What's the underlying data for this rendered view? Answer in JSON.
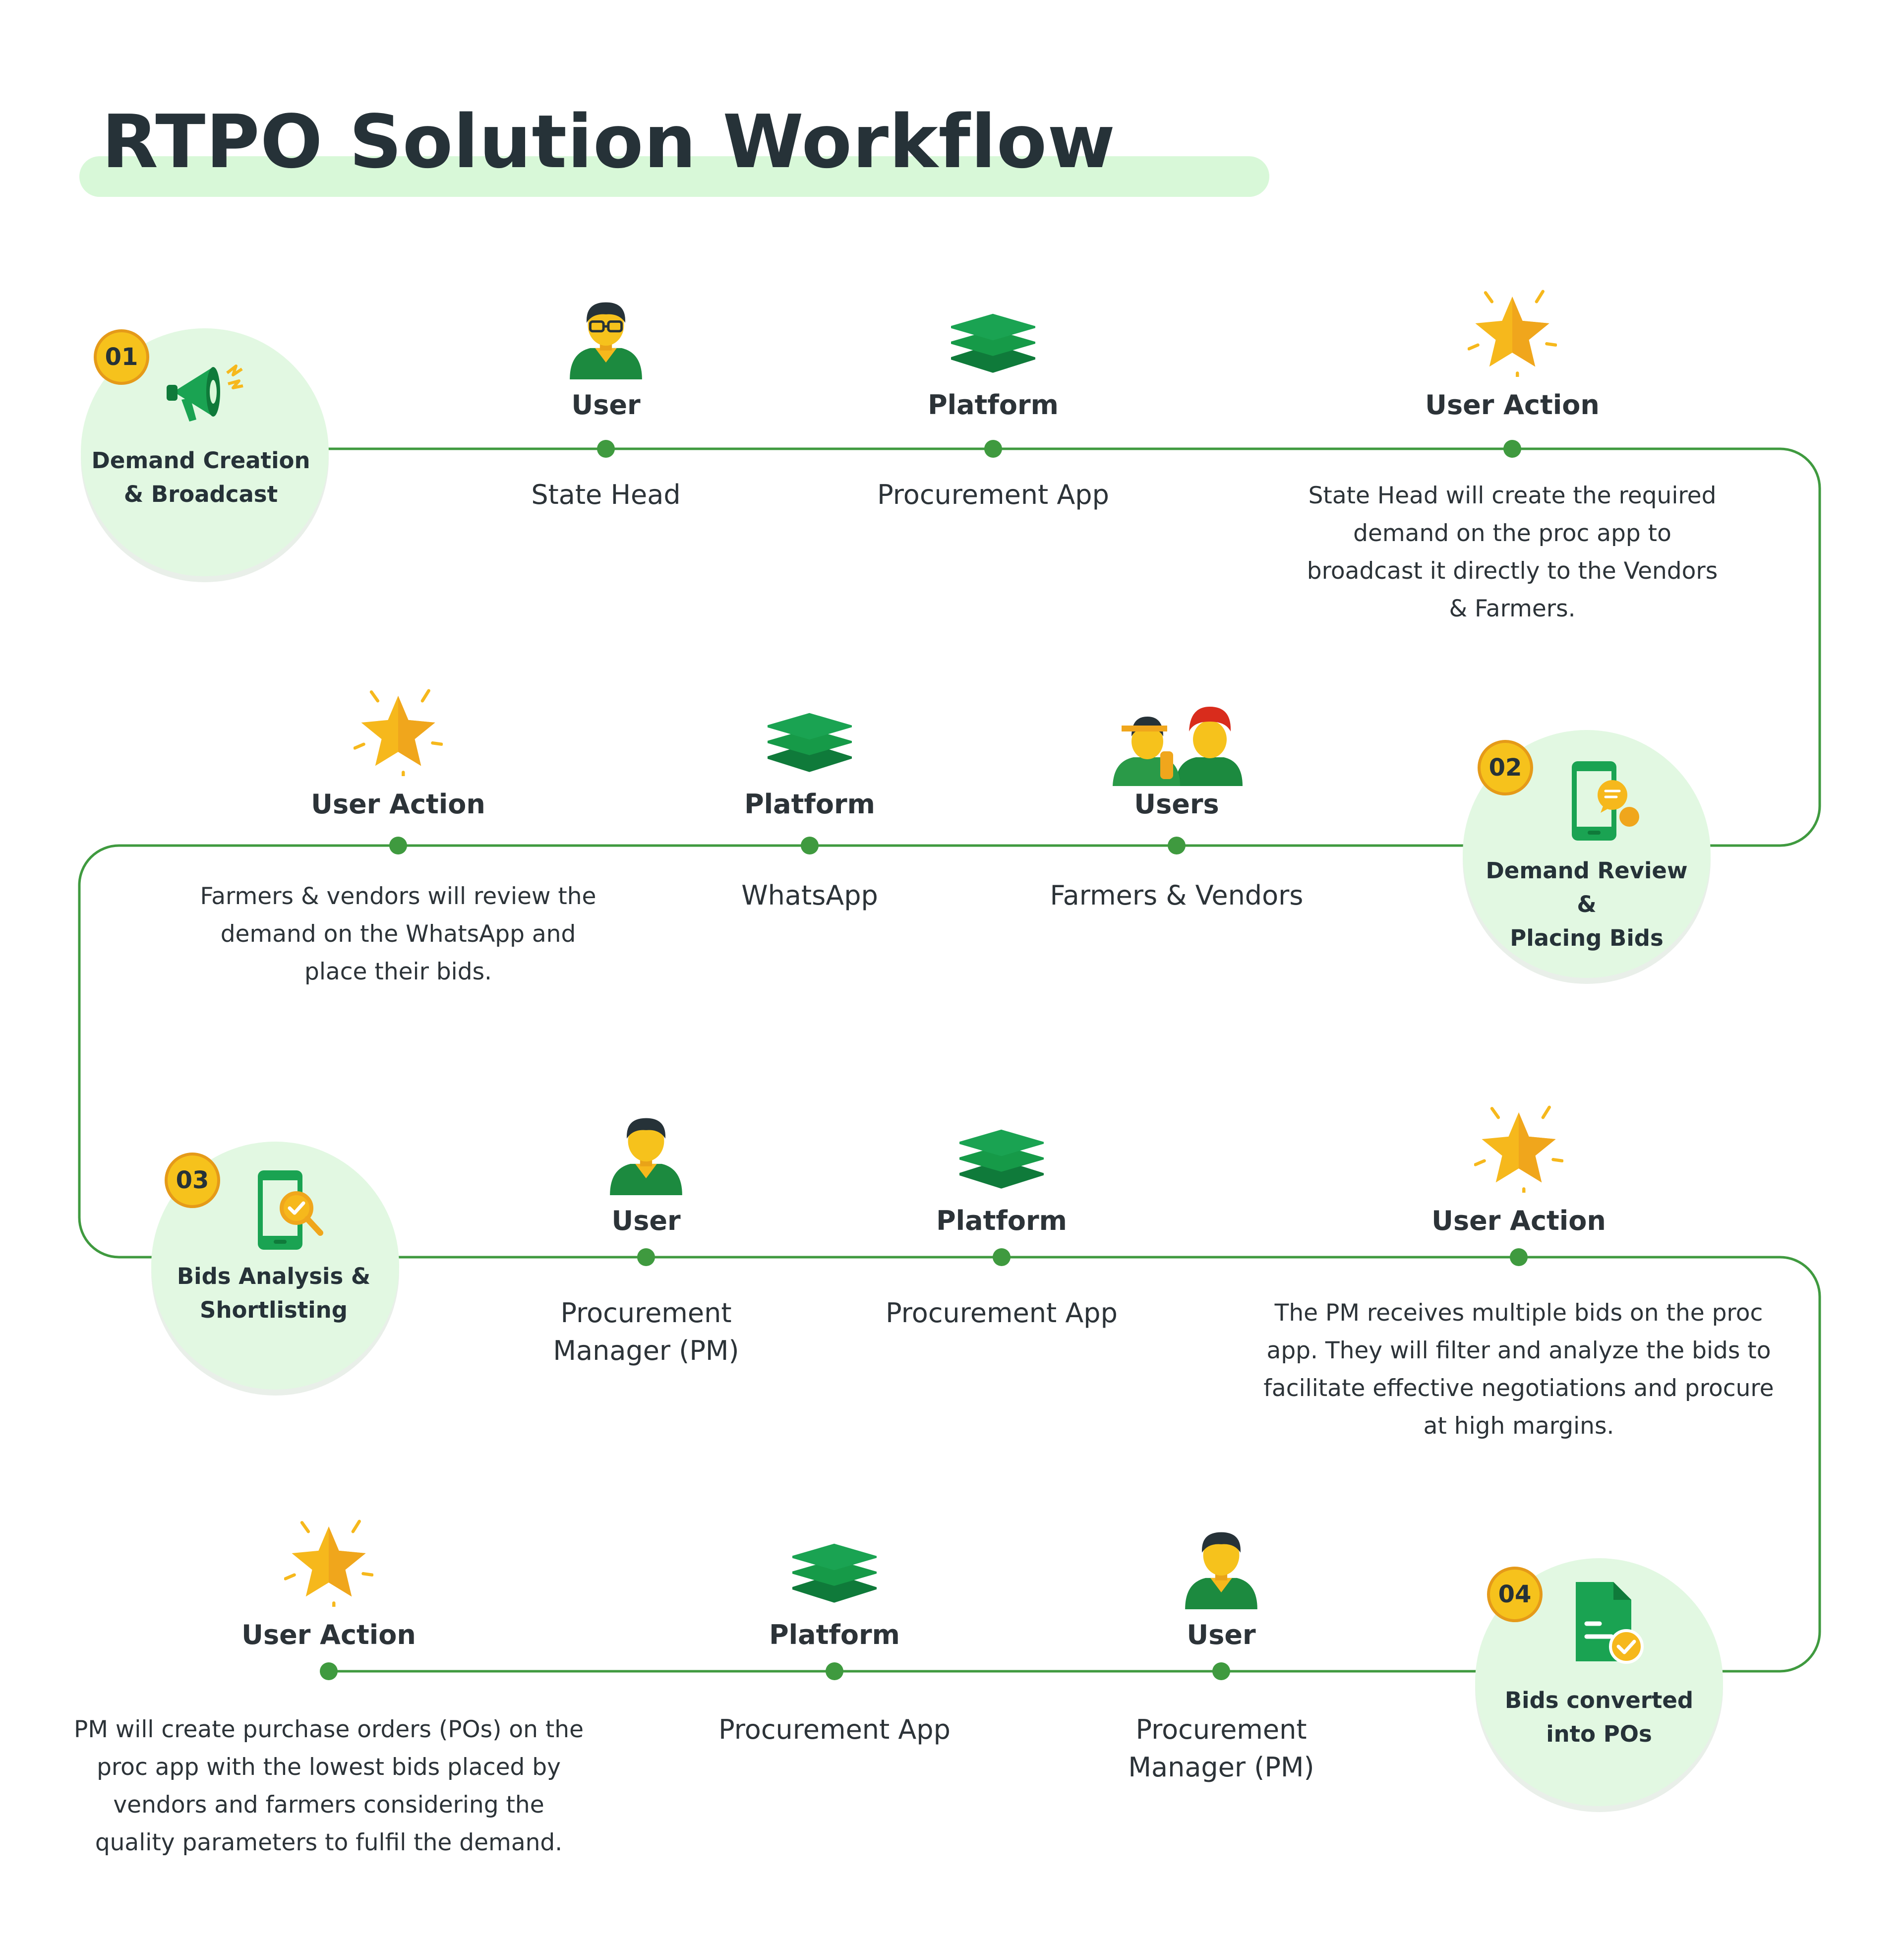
{
  "title": "RTPO Solution Workflow",
  "colors": {
    "accent": "#3f9a3f",
    "title_highlight": "#d8f8d8",
    "stage_bg": "#e2f8e2",
    "badge": "#f6c21c"
  },
  "stages": [
    {
      "number": "01",
      "title_line1": "Demand Creation",
      "title_line2": "& Broadcast",
      "icon": "megaphone-icon",
      "user": {
        "label": "User",
        "value": "State Head",
        "icon": "user-glasses-icon"
      },
      "platform": {
        "label": "Platform",
        "value": "Procurement App",
        "icon": "layers-icon"
      },
      "action": {
        "label": "User Action",
        "icon": "star-icon",
        "lines": [
          "State Head will create the required",
          "demand on the proc app to",
          "broadcast it directly to the Vendors",
          "& Farmers."
        ]
      }
    },
    {
      "number": "02",
      "title_line1": "Demand Review &",
      "title_line2": "Placing Bids",
      "icon": "phone-chat-icon",
      "user": {
        "label": "Users",
        "value": "Farmers & Vendors",
        "icon": "farmers-vendors-icon"
      },
      "platform": {
        "label": "Platform",
        "value": "WhatsApp",
        "icon": "layers-icon"
      },
      "action": {
        "label": "User Action",
        "icon": "star-icon",
        "lines": [
          "Farmers & vendors will review the",
          "demand on the WhatsApp and",
          "place their bids."
        ]
      }
    },
    {
      "number": "03",
      "title_line1": "Bids Analysis &",
      "title_line2": "Shortlisting",
      "icon": "phone-search-icon",
      "user": {
        "label": "User",
        "value_line1": "Procurement",
        "value_line2": "Manager (PM)",
        "icon": "user-icon"
      },
      "platform": {
        "label": "Platform",
        "value": "Procurement App",
        "icon": "layers-icon"
      },
      "action": {
        "label": "User Action",
        "icon": "star-icon",
        "lines": [
          "The PM receives multiple bids on the proc",
          "app. They will filter and analyze the bids to",
          "facilitate effective negotiations and procure",
          "at high margins."
        ]
      }
    },
    {
      "number": "04",
      "title_line1": "Bids converted",
      "title_line2": "into POs",
      "icon": "document-check-icon",
      "user": {
        "label": "User",
        "value_line1": "Procurement",
        "value_line2": "Manager (PM)",
        "icon": "user-icon"
      },
      "platform": {
        "label": "Platform",
        "value": "Procurement App",
        "icon": "layers-icon"
      },
      "action": {
        "label": "User Action",
        "icon": "star-icon",
        "lines": [
          "PM will create purchase orders (POs) on the",
          "proc app with the lowest bids placed by",
          "vendors and farmers considering the",
          "quality parameters to fulfil the demand."
        ]
      }
    }
  ]
}
